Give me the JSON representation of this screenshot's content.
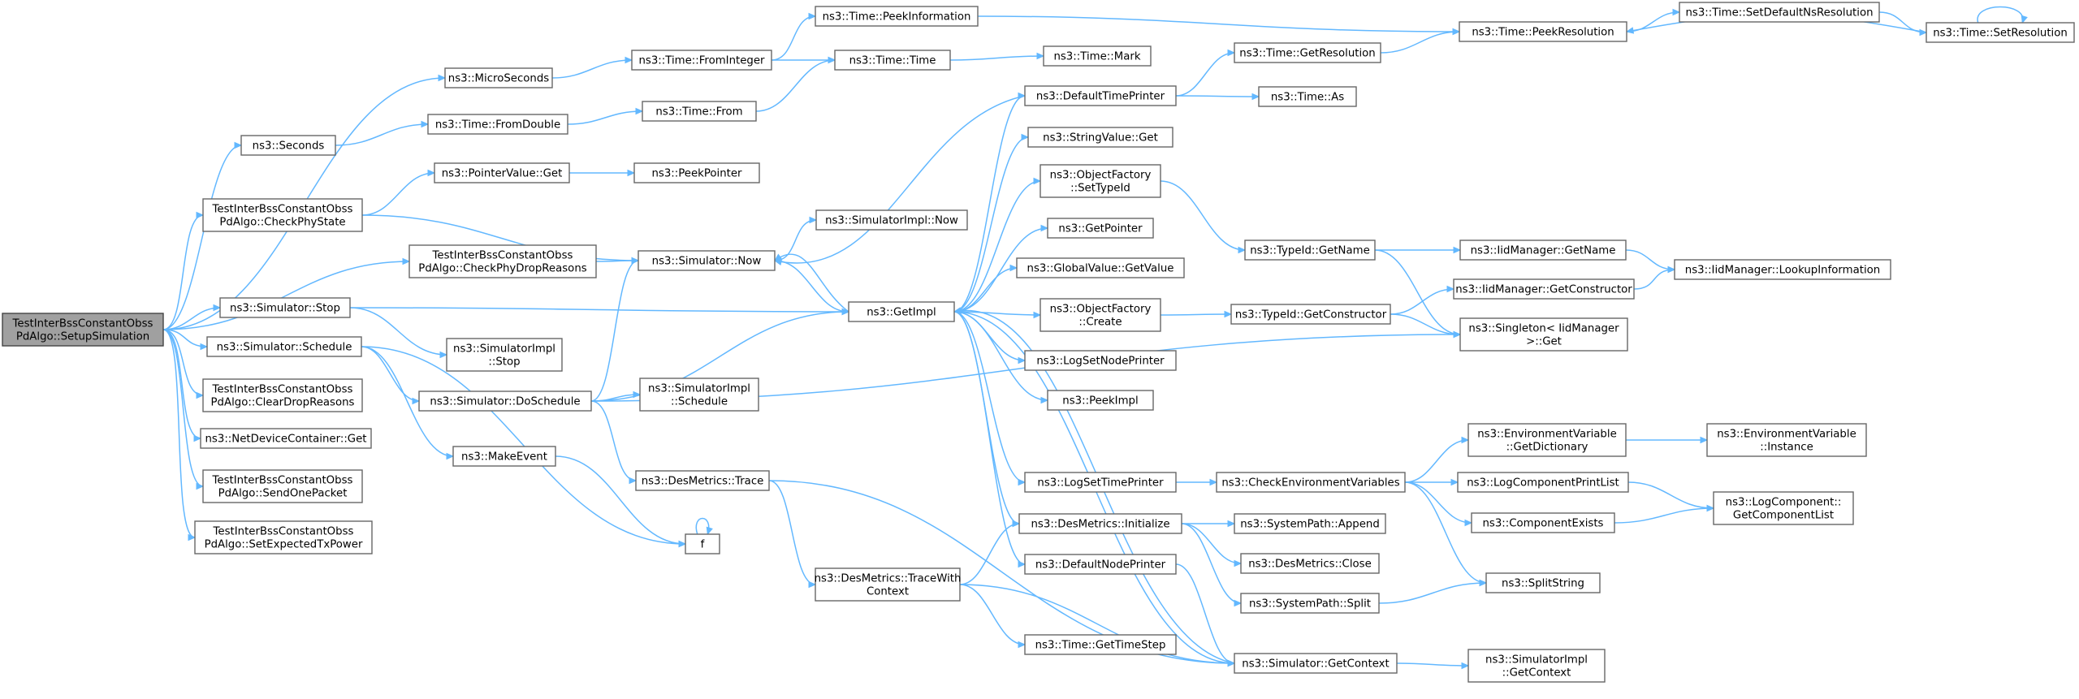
{
  "graph": {
    "root": "SetupSimulation",
    "nodes": [
      {
        "id": "SetupSimulation",
        "lines": [
          "TestInterBssConstantObss",
          "PdAlgo::SetupSimulation"
        ],
        "root": true
      },
      {
        "id": "MicroSeconds",
        "lines": [
          "ns3::MicroSeconds"
        ]
      },
      {
        "id": "Seconds",
        "lines": [
          "ns3::Seconds"
        ]
      },
      {
        "id": "CheckPhyState",
        "lines": [
          "TestInterBssConstantObss",
          "PdAlgo::CheckPhyState"
        ]
      },
      {
        "id": "CheckPhyDropReasons",
        "lines": [
          "TestInterBssConstantObss",
          "PdAlgo::CheckPhyDropReasons"
        ]
      },
      {
        "id": "SimStop",
        "lines": [
          "ns3::Simulator::Stop"
        ]
      },
      {
        "id": "SimSchedule",
        "lines": [
          "ns3::Simulator::Schedule"
        ]
      },
      {
        "id": "ClearDropReasons",
        "lines": [
          "TestInterBssConstantObss",
          "PdAlgo::ClearDropReasons"
        ]
      },
      {
        "id": "NetDevGet",
        "lines": [
          "ns3::NetDeviceContainer::Get"
        ]
      },
      {
        "id": "SendOnePacket",
        "lines": [
          "TestInterBssConstantObss",
          "PdAlgo::SendOnePacket"
        ]
      },
      {
        "id": "SetExpectedTxPower",
        "lines": [
          "TestInterBssConstantObss",
          "PdAlgo::SetExpectedTxPower"
        ]
      },
      {
        "id": "FromInteger",
        "lines": [
          "ns3::Time::FromInteger"
        ]
      },
      {
        "id": "FromDouble",
        "lines": [
          "ns3::Time::FromDouble"
        ]
      },
      {
        "id": "PointerValueGet",
        "lines": [
          "ns3::PointerValue::Get"
        ]
      },
      {
        "id": "SimNow",
        "lines": [
          "ns3::Simulator::Now"
        ]
      },
      {
        "id": "DoSchedule",
        "lines": [
          "ns3::Simulator::DoSchedule"
        ]
      },
      {
        "id": "MakeEvent",
        "lines": [
          "ns3::MakeEvent"
        ]
      },
      {
        "id": "SimImplStop",
        "lines": [
          "ns3::SimulatorImpl",
          "::Stop"
        ]
      },
      {
        "id": "PeekInformation",
        "lines": [
          "ns3::Time::PeekInformation"
        ]
      },
      {
        "id": "TimeTime",
        "lines": [
          "ns3::Time::Time"
        ]
      },
      {
        "id": "TimeFrom",
        "lines": [
          "ns3::Time::From"
        ]
      },
      {
        "id": "PeekPointer",
        "lines": [
          "ns3::PeekPointer"
        ]
      },
      {
        "id": "SimImplNow",
        "lines": [
          "ns3::SimulatorImpl::Now"
        ]
      },
      {
        "id": "GetImpl",
        "lines": [
          "ns3::GetImpl"
        ]
      },
      {
        "id": "SimImplSchedule",
        "lines": [
          "ns3::SimulatorImpl",
          "::Schedule"
        ]
      },
      {
        "id": "DesTrace",
        "lines": [
          "ns3::DesMetrics::Trace"
        ]
      },
      {
        "id": "f",
        "lines": [
          "f"
        ]
      },
      {
        "id": "TraceWithContext",
        "lines": [
          "ns3::DesMetrics::TraceWith",
          "Context"
        ]
      },
      {
        "id": "TimeMark",
        "lines": [
          "ns3::Time::Mark"
        ]
      },
      {
        "id": "DefaultTimePrinter",
        "lines": [
          "ns3::DefaultTimePrinter"
        ]
      },
      {
        "id": "StringValueGet",
        "lines": [
          "ns3::StringValue::Get"
        ]
      },
      {
        "id": "ObjFactSetTypeId",
        "lines": [
          "ns3::ObjectFactory",
          "::SetTypeId"
        ]
      },
      {
        "id": "GetPointer",
        "lines": [
          "ns3::GetPointer"
        ]
      },
      {
        "id": "GlobalValueGetValue",
        "lines": [
          "ns3::GlobalValue::GetValue"
        ]
      },
      {
        "id": "ObjFactCreate",
        "lines": [
          "ns3::ObjectFactory",
          "::Create"
        ]
      },
      {
        "id": "LogSetNodePrinter",
        "lines": [
          "ns3::LogSetNodePrinter"
        ]
      },
      {
        "id": "PeekImpl",
        "lines": [
          "ns3::PeekImpl"
        ]
      },
      {
        "id": "LogSetTimePrinter",
        "lines": [
          "ns3::LogSetTimePrinter"
        ]
      },
      {
        "id": "DesInitialize",
        "lines": [
          "ns3::DesMetrics::Initialize"
        ]
      },
      {
        "id": "DefaultNodePrinter",
        "lines": [
          "ns3::DefaultNodePrinter"
        ]
      },
      {
        "id": "GetTimeStep",
        "lines": [
          "ns3::Time::GetTimeStep"
        ]
      },
      {
        "id": "GetResolution",
        "lines": [
          "ns3::Time::GetResolution"
        ]
      },
      {
        "id": "TimeAs",
        "lines": [
          "ns3::Time::As"
        ]
      },
      {
        "id": "TypeIdGetName",
        "lines": [
          "ns3::TypeId::GetName"
        ]
      },
      {
        "id": "TypeIdGetConstructor",
        "lines": [
          "ns3::TypeId::GetConstructor"
        ]
      },
      {
        "id": "CheckEnvVars",
        "lines": [
          "ns3::CheckEnvironmentVariables"
        ]
      },
      {
        "id": "SysPathAppend",
        "lines": [
          "ns3::SystemPath::Append"
        ]
      },
      {
        "id": "DesClose",
        "lines": [
          "ns3::DesMetrics::Close"
        ]
      },
      {
        "id": "SysPathSplit",
        "lines": [
          "ns3::SystemPath::Split"
        ]
      },
      {
        "id": "SimGetContext",
        "lines": [
          "ns3::Simulator::GetContext"
        ]
      },
      {
        "id": "PeekResolution",
        "lines": [
          "ns3::Time::PeekResolution"
        ]
      },
      {
        "id": "IidGetName",
        "lines": [
          "ns3::IidManager::GetName"
        ]
      },
      {
        "id": "IidGetConstructor",
        "lines": [
          "ns3::IidManager::GetConstructor"
        ]
      },
      {
        "id": "SingletonGet",
        "lines": [
          "ns3::Singleton< IidManager",
          ">::Get"
        ]
      },
      {
        "id": "EnvGetDictionary",
        "lines": [
          "ns3::EnvironmentVariable",
          "::GetDictionary"
        ]
      },
      {
        "id": "LogComponentPrintList",
        "lines": [
          "ns3::LogComponentPrintList"
        ]
      },
      {
        "id": "ComponentExists",
        "lines": [
          "ns3::ComponentExists"
        ]
      },
      {
        "id": "SplitString",
        "lines": [
          "ns3::SplitString"
        ]
      },
      {
        "id": "SimImplGetContext",
        "lines": [
          "ns3::SimulatorImpl",
          "::GetContext"
        ]
      },
      {
        "id": "SetDefaultNsResolution",
        "lines": [
          "ns3::Time::SetDefaultNsResolution"
        ]
      },
      {
        "id": "SetResolution",
        "lines": [
          "ns3::Time::SetResolution"
        ]
      },
      {
        "id": "IidLookupInformation",
        "lines": [
          "ns3::IidManager::LookupInformation"
        ]
      },
      {
        "id": "EnvInstance",
        "lines": [
          "ns3::EnvironmentVariable",
          "::Instance"
        ]
      },
      {
        "id": "LogCompGetComponentList",
        "lines": [
          "ns3::LogComponent::",
          "GetComponentList"
        ]
      }
    ],
    "edges": [
      [
        "SetupSimulation",
        "MicroSeconds"
      ],
      [
        "SetupSimulation",
        "Seconds"
      ],
      [
        "SetupSimulation",
        "CheckPhyState"
      ],
      [
        "SetupSimulation",
        "CheckPhyDropReasons"
      ],
      [
        "SetupSimulation",
        "SimStop"
      ],
      [
        "SetupSimulation",
        "SimSchedule"
      ],
      [
        "SetupSimulation",
        "ClearDropReasons"
      ],
      [
        "SetupSimulation",
        "NetDevGet"
      ],
      [
        "SetupSimulation",
        "SendOnePacket"
      ],
      [
        "SetupSimulation",
        "SetExpectedTxPower"
      ],
      [
        "MicroSeconds",
        "FromInteger"
      ],
      [
        "Seconds",
        "FromDouble"
      ],
      [
        "CheckPhyState",
        "PointerValueGet"
      ],
      [
        "CheckPhyState",
        "SimNow"
      ],
      [
        "CheckPhyDropReasons",
        "SimNow"
      ],
      [
        "SimStop",
        "GetImpl"
      ],
      [
        "SimStop",
        "SimImplStop"
      ],
      [
        "SimSchedule",
        "DoSchedule"
      ],
      [
        "SimSchedule",
        "MakeEvent"
      ],
      [
        "SimSchedule",
        "f"
      ],
      [
        "FromInteger",
        "PeekInformation"
      ],
      [
        "FromInteger",
        "TimeTime"
      ],
      [
        "FromDouble",
        "TimeFrom"
      ],
      [
        "TimeFrom",
        "TimeTime"
      ],
      [
        "TimeTime",
        "TimeMark"
      ],
      [
        "PointerValueGet",
        "PeekPointer"
      ],
      [
        "SimNow",
        "SimImplNow"
      ],
      [
        "SimNow",
        "GetImpl"
      ],
      [
        "DoSchedule",
        "SimNow"
      ],
      [
        "DoSchedule",
        "GetImpl"
      ],
      [
        "DoSchedule",
        "SimImplSchedule"
      ],
      [
        "DoSchedule",
        "DesTrace"
      ],
      [
        "DoSchedule",
        "SingletonGet"
      ],
      [
        "MakeEvent",
        "f"
      ],
      [
        "f",
        "f"
      ],
      [
        "DesTrace",
        "TraceWithContext"
      ],
      [
        "DesTrace",
        "SimGetContext"
      ],
      [
        "TraceWithContext",
        "DesInitialize"
      ],
      [
        "TraceWithContext",
        "GetTimeStep"
      ],
      [
        "TraceWithContext",
        "SimGetContext"
      ],
      [
        "GetImpl",
        "SimNow"
      ],
      [
        "GetImpl",
        "DefaultTimePrinter"
      ],
      [
        "GetImpl",
        "StringValueGet"
      ],
      [
        "GetImpl",
        "ObjFactSetTypeId"
      ],
      [
        "GetImpl",
        "GetPointer"
      ],
      [
        "GetImpl",
        "GlobalValueGetValue"
      ],
      [
        "GetImpl",
        "ObjFactCreate"
      ],
      [
        "GetImpl",
        "LogSetNodePrinter"
      ],
      [
        "GetImpl",
        "PeekImpl"
      ],
      [
        "GetImpl",
        "LogSetTimePrinter"
      ],
      [
        "GetImpl",
        "DesInitialize"
      ],
      [
        "GetImpl",
        "DefaultNodePrinter"
      ],
      [
        "GetImpl",
        "SimGetContext"
      ],
      [
        "DefaultTimePrinter",
        "SimNow"
      ],
      [
        "DefaultTimePrinter",
        "GetResolution"
      ],
      [
        "DefaultTimePrinter",
        "TimeAs"
      ],
      [
        "ObjFactSetTypeId",
        "TypeIdGetName"
      ],
      [
        "ObjFactCreate",
        "TypeIdGetConstructor"
      ],
      [
        "LogSetTimePrinter",
        "CheckEnvVars"
      ],
      [
        "DesInitialize",
        "SysPathAppend"
      ],
      [
        "DesInitialize",
        "DesClose"
      ],
      [
        "DesInitialize",
        "SysPathSplit"
      ],
      [
        "DefaultNodePrinter",
        "SimGetContext"
      ],
      [
        "SimGetContext",
        "GetImpl"
      ],
      [
        "SimGetContext",
        "SimImplGetContext"
      ],
      [
        "GetResolution",
        "PeekResolution"
      ],
      [
        "PeekInformation",
        "PeekResolution"
      ],
      [
        "TypeIdGetName",
        "IidGetName"
      ],
      [
        "TypeIdGetName",
        "SingletonGet"
      ],
      [
        "TypeIdGetConstructor",
        "IidGetConstructor"
      ],
      [
        "TypeIdGetConstructor",
        "SingletonGet"
      ],
      [
        "IidGetName",
        "IidLookupInformation"
      ],
      [
        "IidGetConstructor",
        "IidLookupInformation"
      ],
      [
        "CheckEnvVars",
        "EnvGetDictionary"
      ],
      [
        "CheckEnvVars",
        "LogComponentPrintList"
      ],
      [
        "CheckEnvVars",
        "ComponentExists"
      ],
      [
        "CheckEnvVars",
        "SplitString"
      ],
      [
        "SysPathSplit",
        "SplitString"
      ],
      [
        "EnvGetDictionary",
        "EnvInstance"
      ],
      [
        "LogComponentPrintList",
        "LogCompGetComponentList"
      ],
      [
        "ComponentExists",
        "LogCompGetComponentList"
      ],
      [
        "PeekResolution",
        "SetDefaultNsResolution"
      ],
      [
        "SetDefaultNsResolution",
        "SetResolution"
      ],
      [
        "SetResolution",
        "PeekResolution"
      ],
      [
        "SetResolution",
        "SetResolution"
      ]
    ]
  }
}
